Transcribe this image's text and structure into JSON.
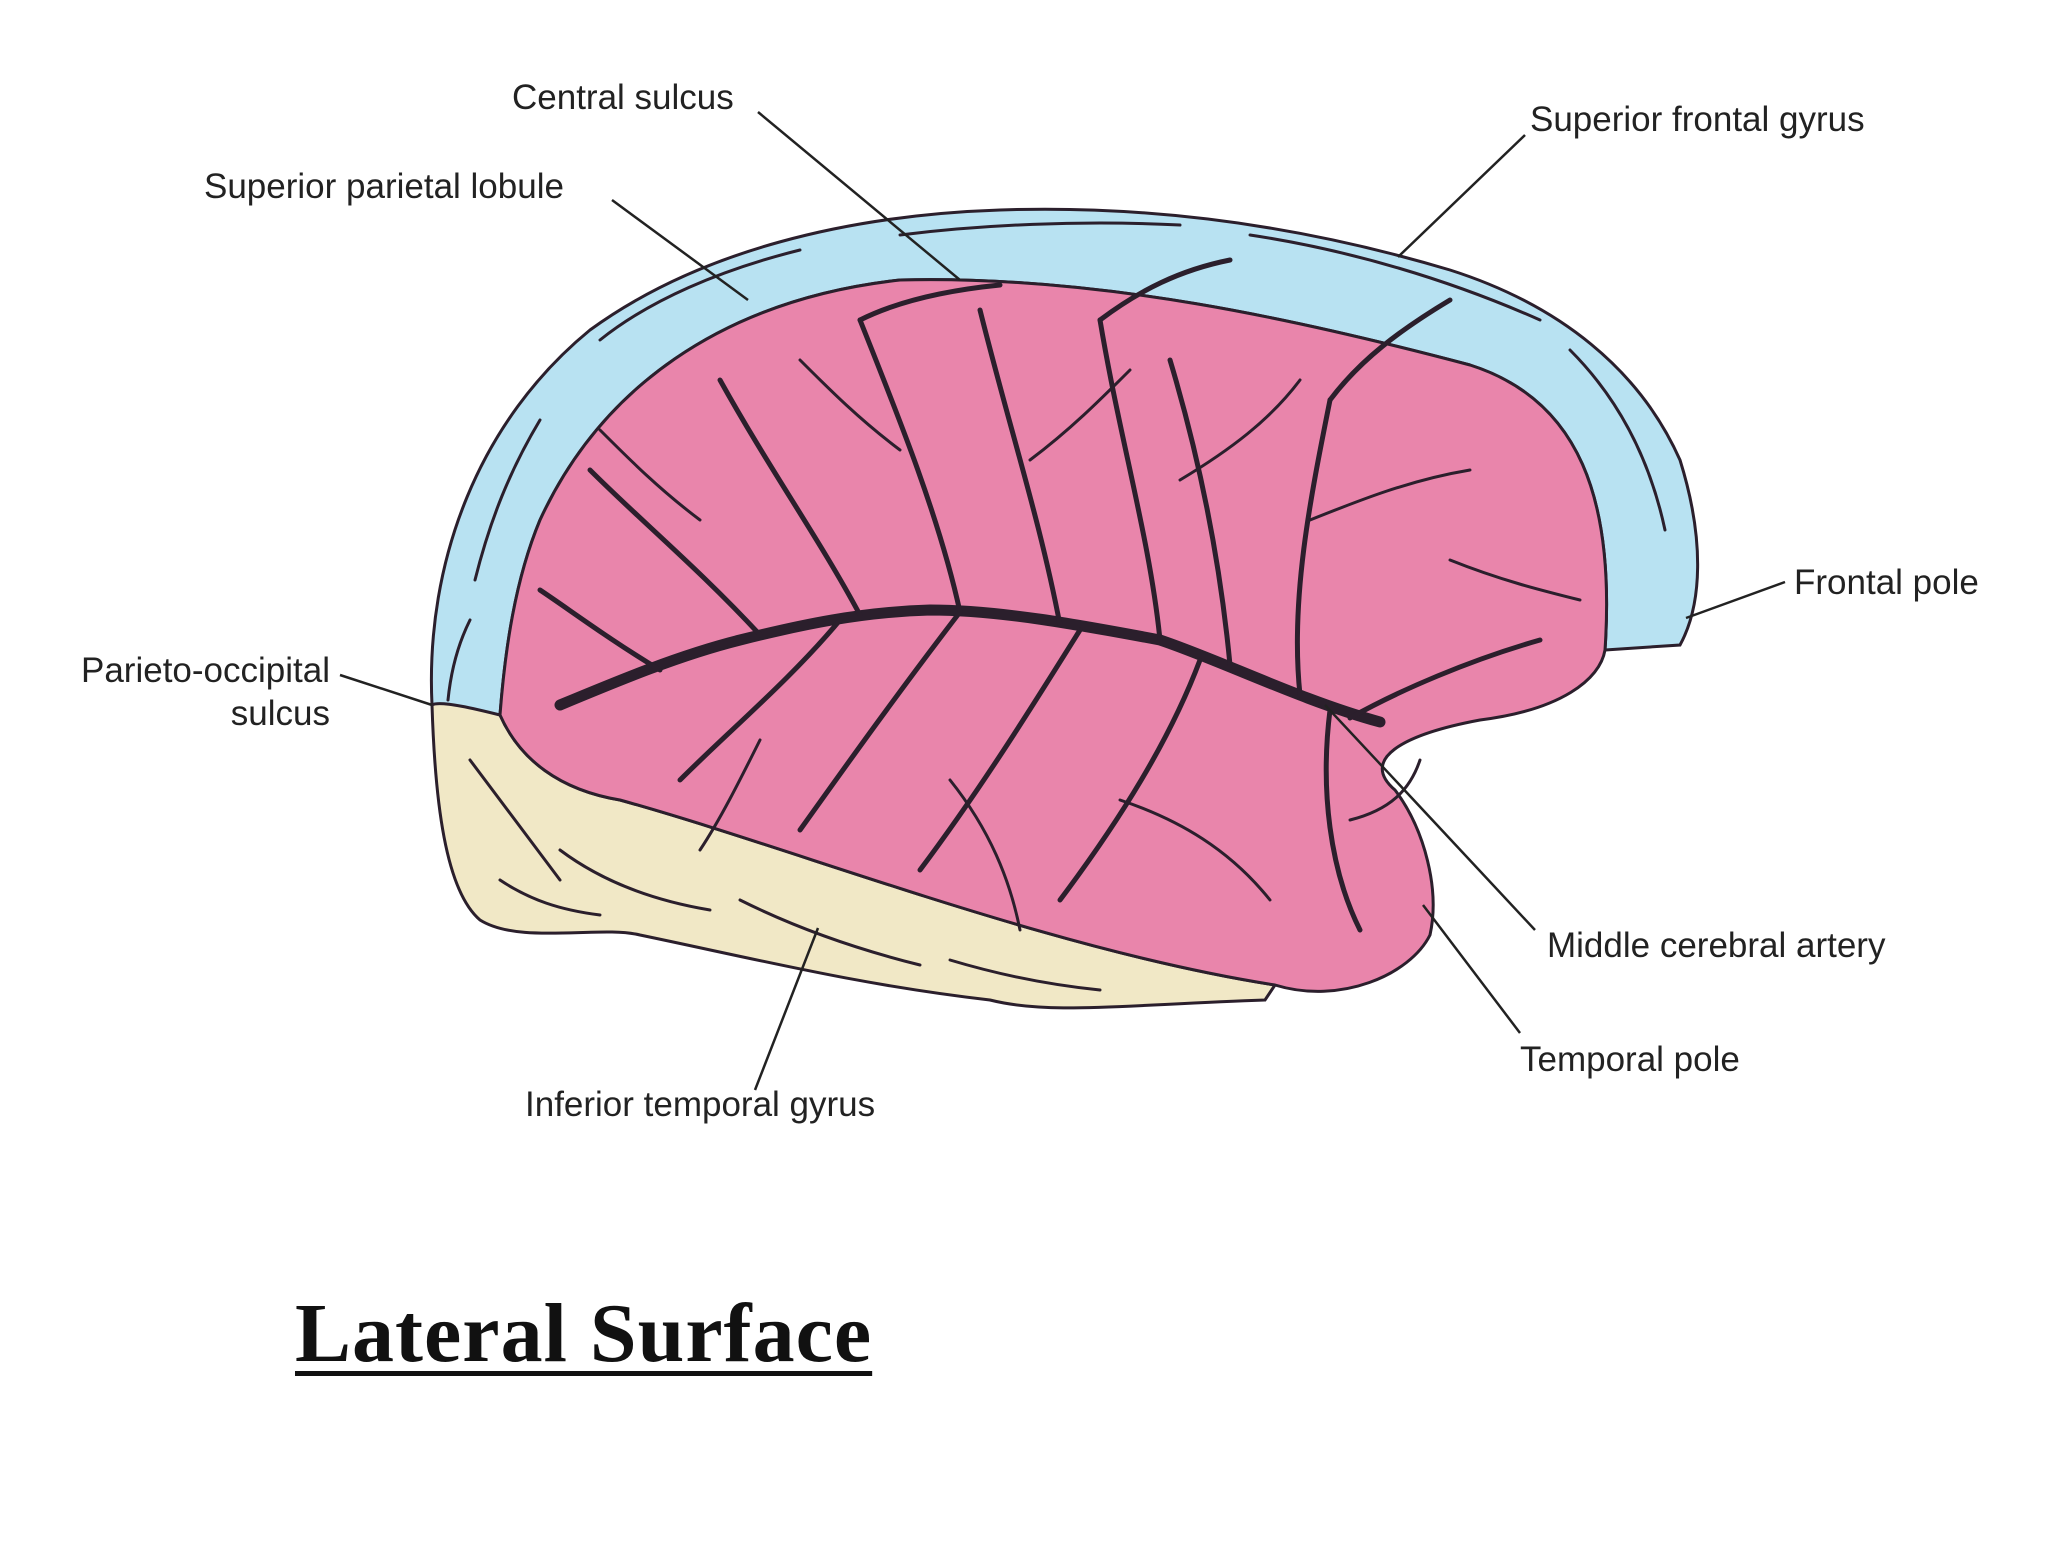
{
  "labels": {
    "central_sulcus": "Central sulcus",
    "superior_parietal_lobule": "Superior parietal lobule",
    "superior_frontal_gyrus": "Superior frontal gyrus",
    "frontal_pole": "Frontal pole",
    "parieto_occipital_sulcus": [
      "Parieto-occipital",
      "sulcus"
    ],
    "middle_cerebral_artery": "Middle cerebral artery",
    "temporal_pole": "Temporal pole",
    "inferior_temporal_gyrus": "Inferior temporal gyrus"
  },
  "caption": "Lateral Surface",
  "colors": {
    "mca_territory": "#e985ab",
    "aca_territory": "#b8e2f2",
    "pca_territory": "#f1e8c6",
    "vessels": "#2b1f2c",
    "leader_lines": "#222222"
  }
}
